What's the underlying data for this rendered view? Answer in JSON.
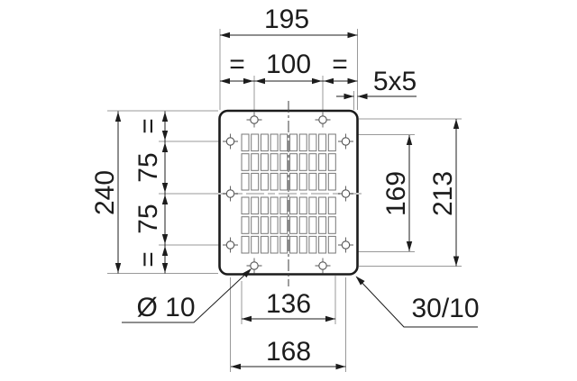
{
  "drawing": {
    "description": "dimension drawing of perforated mounting plate with ventilation grille",
    "colors": {
      "background": "#ffffff",
      "line": "#1c1c1c",
      "extension_line": "#999999",
      "hole_line": "#555555",
      "slot_line": "#777777",
      "centerline": "#c8c8c8"
    }
  },
  "grille": {
    "columns": 10,
    "rows_upper": 3,
    "rows_lower": 3
  },
  "labels": {
    "width_overall": "195",
    "width_hole_spacing": "100",
    "equal_top_left": "=",
    "equal_top_right": "=",
    "corner_detail": "5x5",
    "height_overall": "240",
    "equal_left_top": "=",
    "spacing_75_upper": "75",
    "spacing_75_lower": "75",
    "equal_left_bottom": "=",
    "cutout_height": "169",
    "hole_span_vertical": "213",
    "cutout_width": "136",
    "hole_span_horizontal": "168",
    "hole_diameter": "Ø 10",
    "corner_note": "30/10"
  }
}
